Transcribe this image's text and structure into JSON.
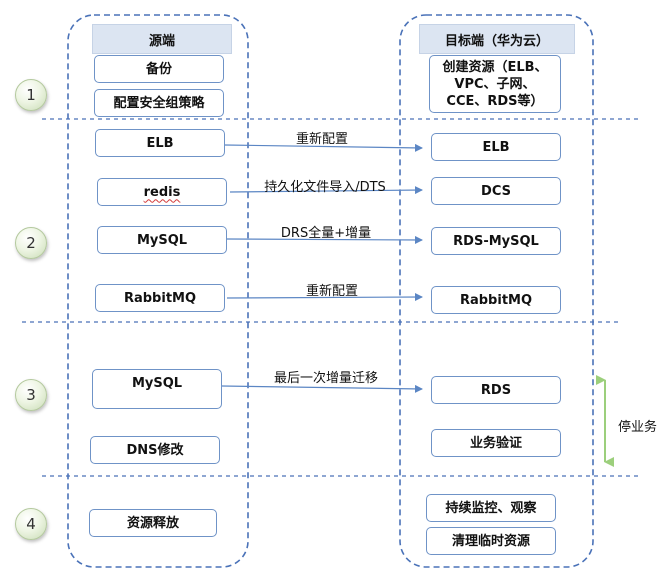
{
  "headers": {
    "source": "源端",
    "target": "目标端（华为云）"
  },
  "steps": [
    "1",
    "2",
    "3",
    "4"
  ],
  "phase1": {
    "source": [
      "备份",
      "配置安全组策略"
    ],
    "target": [
      "创建资源（ELB、",
      "VPC、子网、",
      "CCE、RDS等）"
    ]
  },
  "phase2": [
    {
      "source": "ELB",
      "label": "重新配置",
      "target": "ELB"
    },
    {
      "source": "redis",
      "label": "持久化文件导入/DTS",
      "target": "DCS"
    },
    {
      "source": "MySQL",
      "label": "DRS全量+增量",
      "target": "RDS-MySQL"
    },
    {
      "source": "RabbitMQ",
      "label": "重新配置",
      "target": "RabbitMQ"
    }
  ],
  "phase3": {
    "source": [
      "MySQL",
      "DNS修改"
    ],
    "label": "最后一次增量迁移",
    "target": [
      "RDS",
      "业务验证"
    ],
    "side": "停业务"
  },
  "phase4": {
    "source": [
      "资源释放"
    ],
    "target": [
      "持续监控、观察",
      "清理临时资源"
    ]
  }
}
